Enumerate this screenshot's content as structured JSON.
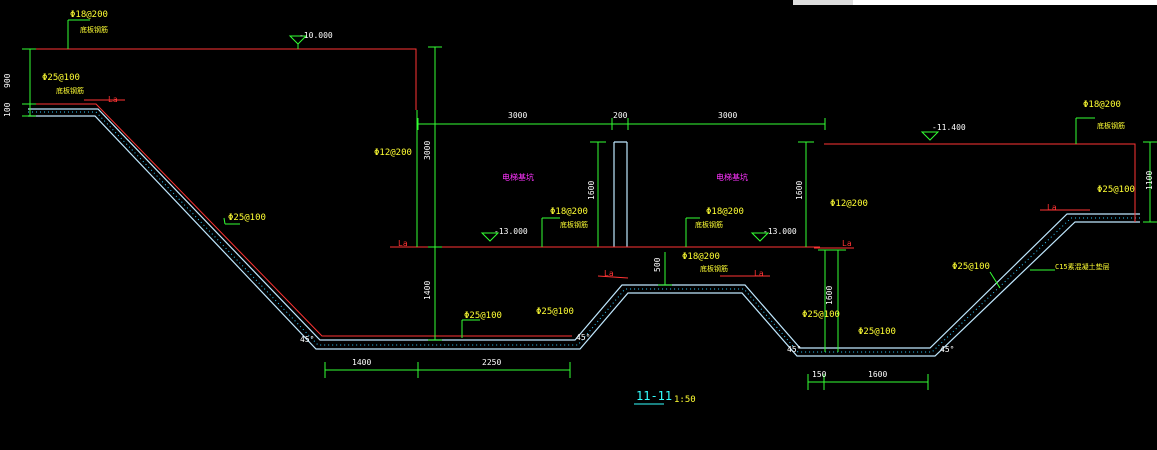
{
  "drawing": {
    "title": "11-11",
    "scale": "1:50"
  },
  "elevations": {
    "top_left": "-10.000",
    "top_right": "-11.400",
    "mid_left": "-13.000",
    "mid_right": "-13.000"
  },
  "rebar": {
    "phi18_200": "Φ18@200",
    "phi25_100": "Φ25@100",
    "phi12_200": "Φ12@200"
  },
  "notes": {
    "top_rebar": "底板钢筋",
    "pit_label": "电梯基坑",
    "cushion": "C15素混凝土垫层",
    "anchor": "La"
  },
  "dimensions": {
    "d3000": "3000",
    "d200": "200",
    "d900": "900",
    "d100": "100",
    "d1600": "1600",
    "d500": "500",
    "d1400": "1400",
    "d2250": "2250",
    "d150": "150",
    "d1100": "1100",
    "d45": "45°"
  }
}
